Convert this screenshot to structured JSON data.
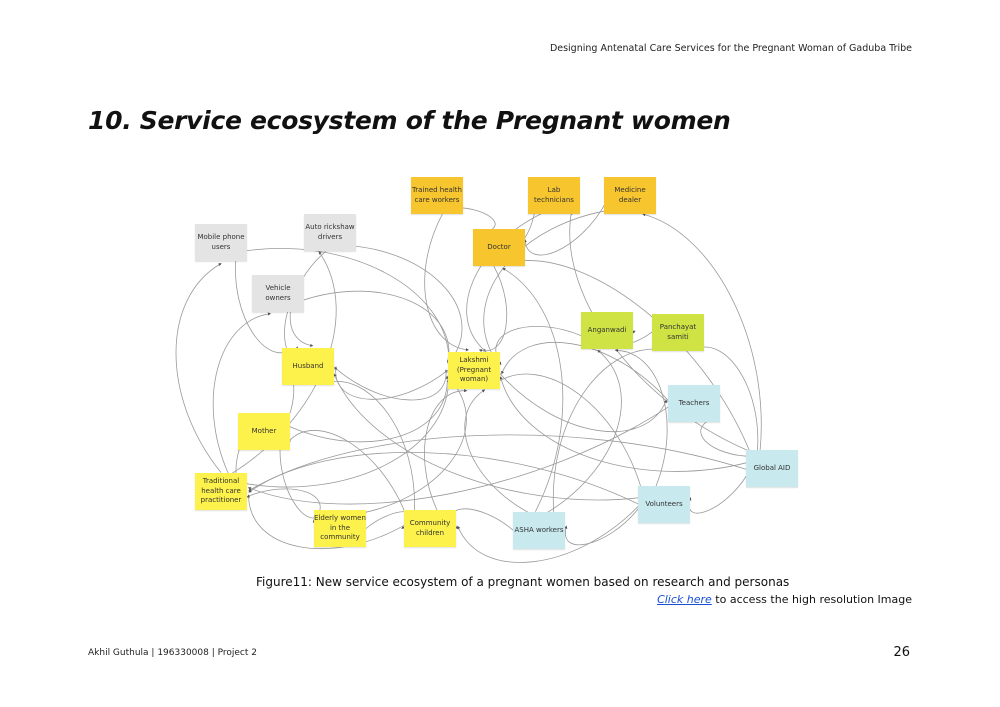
{
  "header": {
    "running_title": "Designing Antenatal Care Services for the Pregnant Woman of Gaduba Tribe"
  },
  "page_title": "10. Service ecosystem of the Pregnant women",
  "diagram": {
    "colors": {
      "orange": "#f7c52e",
      "gray": "#e4e4e4",
      "yellow": "#fdf14b",
      "green": "#cfe444",
      "blue": "#c8e9ee",
      "edge": "#9a9a9a"
    },
    "nodes": {
      "trained": "Trained health care workers",
      "lab": "Lab technicians",
      "medicine": "Medicine dealer",
      "doctor": "Doctor",
      "mobile": "Mobile phone users",
      "auto": "Auto rickshaw drivers",
      "vehicle": "Vehicle owners",
      "husband": "Husband",
      "lakshmi": "Lakshmi (Pregnant woman)",
      "anganwadi": "Anganwadi",
      "panchayat": "Panchayat samiti",
      "teachers": "Teachers",
      "mother": "Mother",
      "global": "Global AID",
      "traditional": "Traditional health care practitioner",
      "volunteers": "Volunteers",
      "elderly": "Elderly women in the community",
      "community": "Community children",
      "asha": "ASHA workers"
    },
    "edges": [
      [
        "trained",
        "doctor"
      ],
      [
        "trained",
        "lakshmi"
      ],
      [
        "lab",
        "doctor"
      ],
      [
        "lab",
        "lakshmi"
      ],
      [
        "medicine",
        "doctor"
      ],
      [
        "medicine",
        "lakshmi"
      ],
      [
        "doctor",
        "lakshmi"
      ],
      [
        "mobile",
        "husband"
      ],
      [
        "mobile",
        "lakshmi"
      ],
      [
        "auto",
        "husband"
      ],
      [
        "auto",
        "lakshmi"
      ],
      [
        "vehicle",
        "husband"
      ],
      [
        "vehicle",
        "lakshmi"
      ],
      [
        "husband",
        "lakshmi"
      ],
      [
        "lakshmi",
        "husband"
      ],
      [
        "mother",
        "lakshmi"
      ],
      [
        "husband",
        "mother"
      ],
      [
        "anganwadi",
        "lakshmi"
      ],
      [
        "panchayat",
        "anganwadi"
      ],
      [
        "teachers",
        "lakshmi"
      ],
      [
        "teachers",
        "traditional"
      ],
      [
        "global",
        "medicine"
      ],
      [
        "global",
        "lab"
      ],
      [
        "global",
        "doctor"
      ],
      [
        "global",
        "teachers"
      ],
      [
        "global",
        "panchayat"
      ],
      [
        "global",
        "volunteers"
      ],
      [
        "global",
        "traditional"
      ],
      [
        "global",
        "lakshmi"
      ],
      [
        "volunteers",
        "lakshmi"
      ],
      [
        "volunteers",
        "community"
      ],
      [
        "volunteers",
        "traditional"
      ],
      [
        "volunteers",
        "husband"
      ],
      [
        "volunteers",
        "anganwadi"
      ],
      [
        "asha",
        "lakshmi"
      ],
      [
        "asha",
        "anganwadi"
      ],
      [
        "asha",
        "panchayat"
      ],
      [
        "asha",
        "doctor"
      ],
      [
        "volunteers",
        "asha"
      ],
      [
        "asha",
        "community"
      ],
      [
        "traditional",
        "mobile"
      ],
      [
        "traditional",
        "auto"
      ],
      [
        "traditional",
        "vehicle"
      ],
      [
        "traditional",
        "lakshmi"
      ],
      [
        "traditional",
        "elderly"
      ],
      [
        "mother",
        "elderly"
      ],
      [
        "elderly",
        "community"
      ],
      [
        "elderly",
        "lakshmi"
      ],
      [
        "community",
        "lakshmi"
      ],
      [
        "community",
        "mother"
      ],
      [
        "community",
        "traditional"
      ],
      [
        "community",
        "husband"
      ],
      [
        "traditional",
        "mother"
      ],
      [
        "lakshmi",
        "teachers"
      ]
    ]
  },
  "caption": "Figure11: New service ecosystem of a pregnant women based on research and personas",
  "hires_link": {
    "link_text": "Click here",
    "rest": " to access the high resolution Image"
  },
  "footer": {
    "author": "Akhil Guthula | 196330008 | Project 2",
    "page_number": "26"
  }
}
